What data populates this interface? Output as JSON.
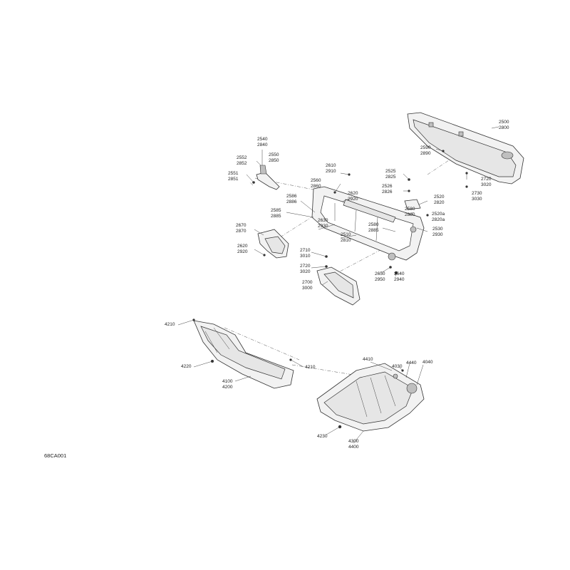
{
  "figure_code": "68CA001",
  "labels": {
    "l2500": [
      "2500",
      "2800"
    ],
    "l2540": [
      "2540",
      "2840"
    ],
    "l2550": [
      "2550",
      "2850"
    ],
    "l2552": [
      "2552",
      "2852"
    ],
    "l2551": [
      "2551",
      "2851"
    ],
    "l2610": [
      "2610",
      "2910"
    ],
    "l2560": [
      "2560",
      "2860"
    ],
    "l2620a": [
      "2620",
      "2920"
    ],
    "l2525": [
      "2525",
      "2825"
    ],
    "l2526": [
      "2526",
      "2826"
    ],
    "l2590": [
      "2590",
      "2890"
    ],
    "l2720b": [
      "2720",
      "3020"
    ],
    "l2730": [
      "2730",
      "3030"
    ],
    "l2586": [
      "2586",
      "2886"
    ],
    "l2585": [
      "2585",
      "2885"
    ],
    "l2520": [
      "2520",
      "2820"
    ],
    "l2580": [
      "2580",
      "2880"
    ],
    "l2520a": [
      "2520a",
      "2820a"
    ],
    "l2530b": [
      "2530",
      "2930"
    ],
    "l2670": [
      "2670",
      "2870"
    ],
    "l2630": [
      "2630",
      "2930"
    ],
    "l2580b": [
      "2580",
      "2885"
    ],
    "l2510": [
      "2510",
      "2810"
    ],
    "l2620b": [
      "2620",
      "2920"
    ],
    "l2710": [
      "2710",
      "3010"
    ],
    "l2720a": [
      "2720",
      "3020"
    ],
    "l2700": [
      "2700",
      "3000"
    ],
    "l2650": [
      "2650",
      "2950"
    ],
    "l2640": [
      "2640",
      "2940"
    ],
    "l4210a": [
      "4210"
    ],
    "l4210b": [
      "4210"
    ],
    "l4220": [
      "4220"
    ],
    "l4100": [
      "4100",
      "4200"
    ],
    "l4410": [
      "4410"
    ],
    "l4030": [
      "4030"
    ],
    "l4440": [
      "4440"
    ],
    "l4040": [
      "4040"
    ],
    "l4230": [
      "4230"
    ],
    "l4300": [
      "4300",
      "4400"
    ]
  }
}
